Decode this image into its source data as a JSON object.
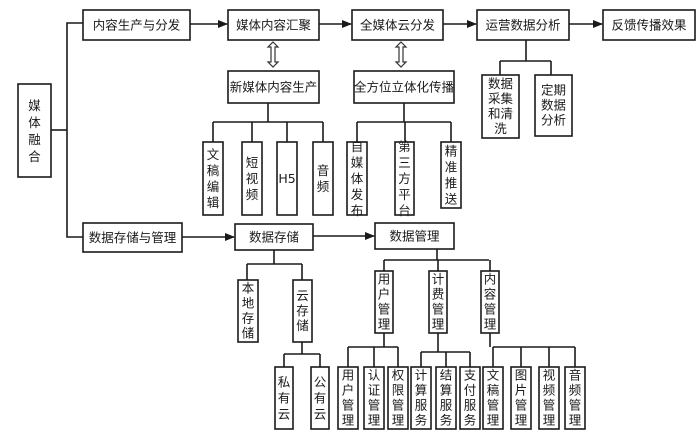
{
  "diagram": {
    "root": {
      "id": "media-fusion",
      "label": "媒体融合"
    },
    "top_flow": [
      {
        "id": "content-production-distribution",
        "label": "内容生产与分发"
      },
      {
        "id": "media-content-aggregation",
        "label": "媒体内容汇聚"
      },
      {
        "id": "omni-media-cloud-distribution",
        "label": "全媒体云分发"
      },
      {
        "id": "operation-data-analysis",
        "label": "运营数据分析"
      },
      {
        "id": "feedback-communication-effect",
        "label": "反馈传播效果"
      }
    ],
    "new_media_production": {
      "label": "新媒体内容生产",
      "children": [
        "文稿编辑",
        "短视频",
        "H5",
        "音频"
      ]
    },
    "all_round_dissemination": {
      "label": "全方位立体化传播",
      "children": [
        "自媒体发布",
        "第三方平台",
        "精准推送"
      ]
    },
    "analysis_children": [
      "数据采集和清洗",
      "定期数据分析"
    ],
    "storage_management": {
      "label": "数据存储与管理"
    },
    "data_storage": {
      "label": "数据存储",
      "children": [
        "本地存储",
        "云存储"
      ],
      "cloud_children": [
        "私有云",
        "公有云"
      ]
    },
    "data_management": {
      "label": "数据管理",
      "children": [
        {
          "label": "用户管理",
          "children": [
            "用户管理",
            "认证管理",
            "权限管理"
          ]
        },
        {
          "label": "计费管理",
          "children": [
            "计算服务",
            "结算服务",
            "支付服务"
          ]
        },
        {
          "label": "内容管理",
          "children": [
            "文稿管理",
            "图片管理",
            "视频管理",
            "音频管理"
          ]
        }
      ]
    }
  }
}
